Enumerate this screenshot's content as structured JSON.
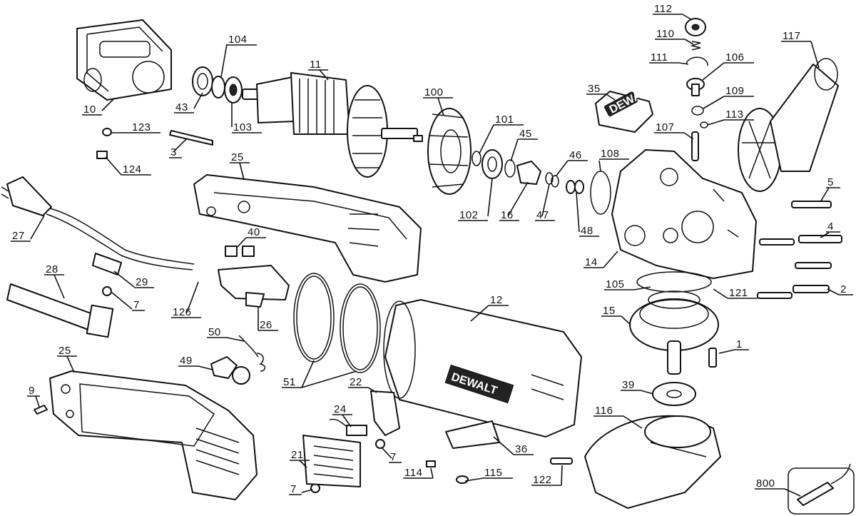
{
  "brand": "DEWALT",
  "callouts": [
    {
      "id": "112",
      "label": "112"
    },
    {
      "id": "110",
      "label": "110"
    },
    {
      "id": "111",
      "label": "111"
    },
    {
      "id": "106",
      "label": "106"
    },
    {
      "id": "117",
      "label": "117"
    },
    {
      "id": "104",
      "label": "104"
    },
    {
      "id": "11",
      "label": "11"
    },
    {
      "id": "100",
      "label": "100"
    },
    {
      "id": "35",
      "label": "35"
    },
    {
      "id": "109",
      "label": "109"
    },
    {
      "id": "113",
      "label": "113"
    },
    {
      "id": "43",
      "label": "43"
    },
    {
      "id": "10",
      "label": "10"
    },
    {
      "id": "103",
      "label": "103"
    },
    {
      "id": "101",
      "label": "101"
    },
    {
      "id": "45",
      "label": "45"
    },
    {
      "id": "107",
      "label": "107"
    },
    {
      "id": "123",
      "label": "123"
    },
    {
      "id": "3",
      "label": "3"
    },
    {
      "id": "46",
      "label": "46"
    },
    {
      "id": "108",
      "label": "108"
    },
    {
      "id": "25a",
      "label": "25"
    },
    {
      "id": "124",
      "label": "124"
    },
    {
      "id": "5",
      "label": "5"
    },
    {
      "id": "102",
      "label": "102"
    },
    {
      "id": "16",
      "label": "16"
    },
    {
      "id": "47",
      "label": "47"
    },
    {
      "id": "48",
      "label": "48"
    },
    {
      "id": "4",
      "label": "4"
    },
    {
      "id": "27",
      "label": "27"
    },
    {
      "id": "40",
      "label": "40"
    },
    {
      "id": "14",
      "label": "14"
    },
    {
      "id": "28",
      "label": "28"
    },
    {
      "id": "29",
      "label": "29"
    },
    {
      "id": "105",
      "label": "105"
    },
    {
      "id": "2",
      "label": "2"
    },
    {
      "id": "121",
      "label": "121"
    },
    {
      "id": "7a",
      "label": "7"
    },
    {
      "id": "12",
      "label": "12"
    },
    {
      "id": "126",
      "label": "126"
    },
    {
      "id": "15",
      "label": "15"
    },
    {
      "id": "26",
      "label": "26"
    },
    {
      "id": "50",
      "label": "50"
    },
    {
      "id": "1",
      "label": "1"
    },
    {
      "id": "25b",
      "label": "25"
    },
    {
      "id": "49",
      "label": "49"
    },
    {
      "id": "51",
      "label": "51"
    },
    {
      "id": "22",
      "label": "22"
    },
    {
      "id": "39",
      "label": "39"
    },
    {
      "id": "9",
      "label": "9"
    },
    {
      "id": "24",
      "label": "24"
    },
    {
      "id": "116",
      "label": "116"
    },
    {
      "id": "7b",
      "label": "7"
    },
    {
      "id": "36",
      "label": "36"
    },
    {
      "id": "21",
      "label": "21"
    },
    {
      "id": "114",
      "label": "114"
    },
    {
      "id": "115",
      "label": "115"
    },
    {
      "id": "122",
      "label": "122"
    },
    {
      "id": "7c",
      "label": "7"
    },
    {
      "id": "800",
      "label": "800"
    }
  ]
}
